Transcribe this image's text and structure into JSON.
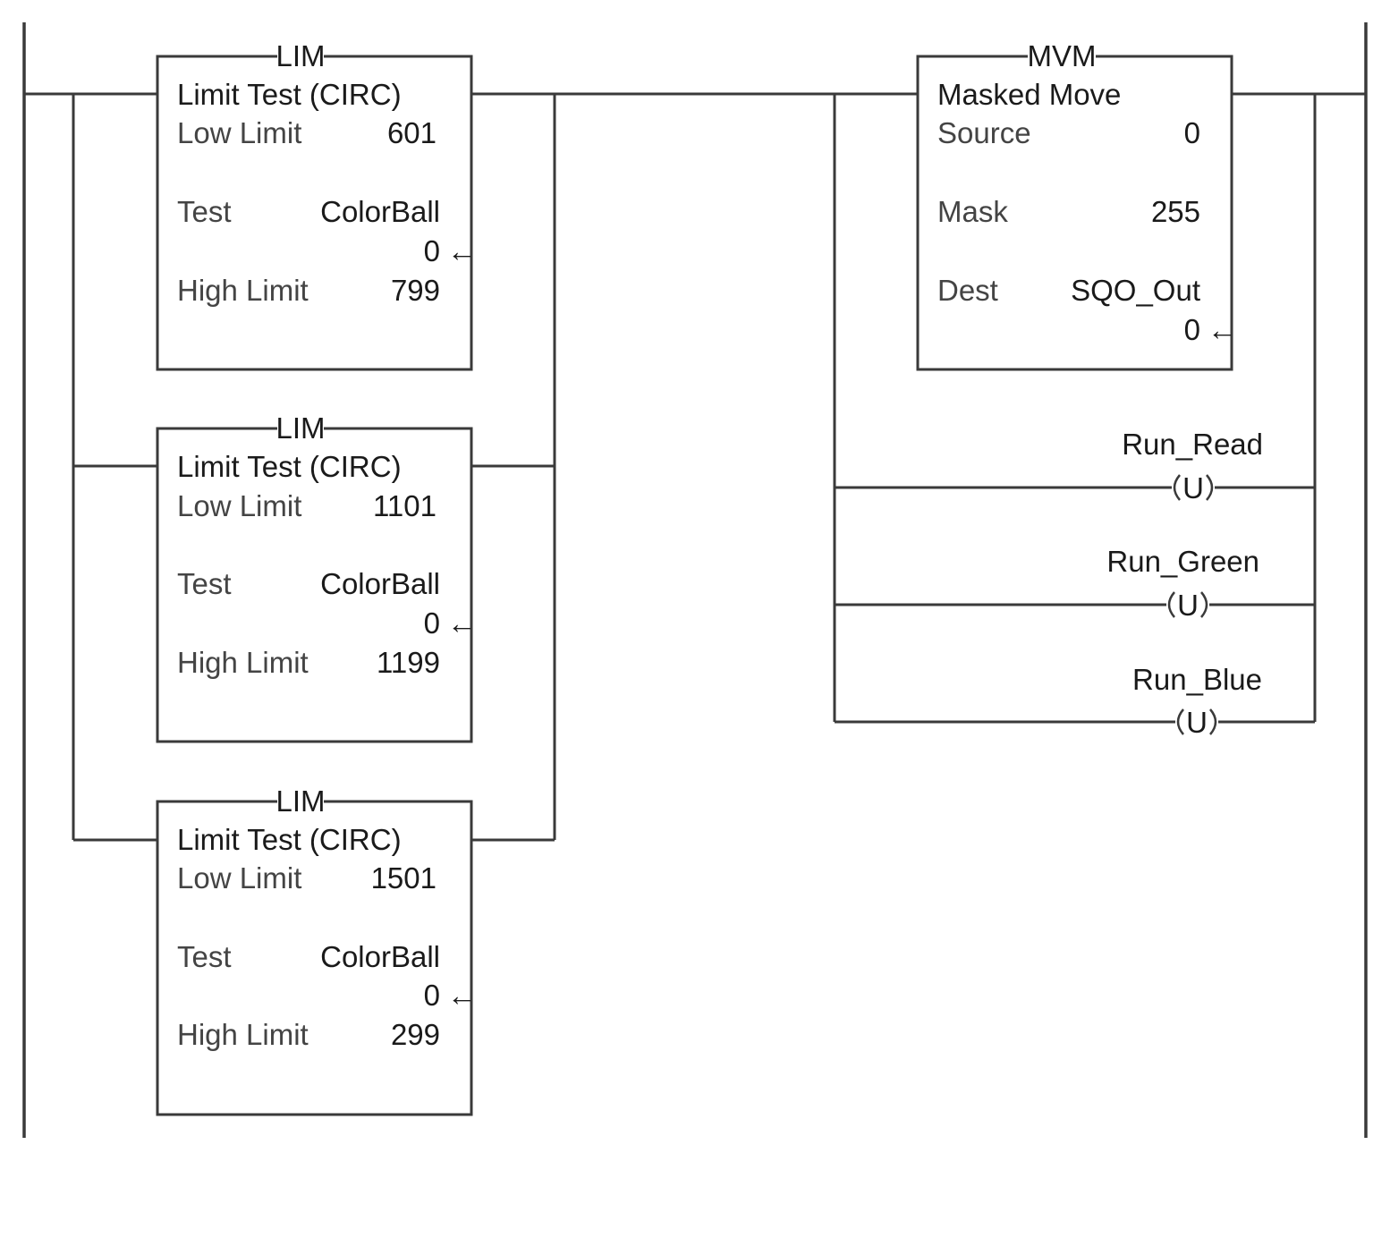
{
  "lim_blocks": [
    {
      "mnemonic": "LIM",
      "title": "Limit Test (CIRC)",
      "low_limit_label": "Low Limit",
      "low_limit_value": "601",
      "test_label": "Test",
      "test_tag": "ColorBall",
      "test_value": "0",
      "high_limit_label": "High Limit",
      "high_limit_value": "799"
    },
    {
      "mnemonic": "LIM",
      "title": "Limit Test (CIRC)",
      "low_limit_label": "Low Limit",
      "low_limit_value": "1101",
      "test_label": "Test",
      "test_tag": "ColorBall",
      "test_value": "0",
      "high_limit_label": "High Limit",
      "high_limit_value": "1199"
    },
    {
      "mnemonic": "LIM",
      "title": "Limit Test (CIRC)",
      "low_limit_label": "Low Limit",
      "low_limit_value": "1501",
      "test_label": "Test",
      "test_tag": "ColorBall",
      "test_value": "0",
      "high_limit_label": "High Limit",
      "high_limit_value": "299"
    }
  ],
  "mvm_block": {
    "mnemonic": "MVM",
    "title": "Masked Move",
    "source_label": "Source",
    "source_value": "0",
    "mask_label": "Mask",
    "mask_value": "255",
    "dest_label": "Dest",
    "dest_tag": "SQO_Out",
    "dest_value": "0"
  },
  "coils": [
    {
      "tag": "Run_Read",
      "symbol": "U"
    },
    {
      "tag": "Run_Green",
      "symbol": "U"
    },
    {
      "tag": "Run_Blue",
      "symbol": "U"
    }
  ],
  "arrow_glyph": "←"
}
